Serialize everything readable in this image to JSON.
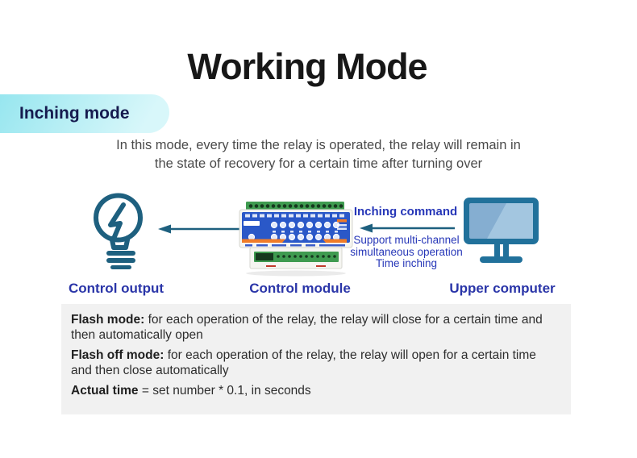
{
  "header": {
    "title": "Working Mode",
    "mode_banner": "Inching mode",
    "intro_line1": "In this mode, every time the relay is operated, the relay will remain in",
    "intro_line2": "the state of recovery for a certain time after turning over"
  },
  "diagram": {
    "command_label": "Inching command",
    "support_lines": [
      "Support multi-channel",
      "simultaneous operation",
      "Time inching"
    ],
    "node_labels": {
      "output": "Control output",
      "module": "Control module",
      "computer": "Upper computer"
    },
    "icons": {
      "output": "lightbulb-bolt-icon",
      "command_flow": "left-arrow-icon",
      "module": "relay-module-image",
      "computer": "monitor-icon"
    }
  },
  "notes": {
    "items": [
      {
        "term": "Flash mode:",
        "desc": "for each operation of the relay, the relay will close for a certain time and then automatically open"
      },
      {
        "term": "Flash off mode:",
        "desc": "for each operation of the relay, the relay will open for a certain time and then close automatically"
      },
      {
        "term": "Actual time",
        "desc": "= set number * 0.1, in seconds"
      }
    ]
  },
  "colors": {
    "title_text": "#171717",
    "banner_from": "#97e6ef",
    "banner_to": "#d8f7fa",
    "banner_text": "#161b4f",
    "intro_text": "#4a4a4a",
    "blue_text": "#2737b8",
    "label_blue": "#2a35a8",
    "teal": "#1e607f",
    "monitor_frame": "#21719b",
    "monitor_screen": "#85aed1",
    "monitor_screen_light": "#a3c6e0",
    "module_blue": "#2a58c8",
    "module_green": "#3f9b50",
    "module_orange": "#f07c28",
    "notes_bg": "#f1f1f1",
    "notes_text": "#2d2d2d"
  }
}
